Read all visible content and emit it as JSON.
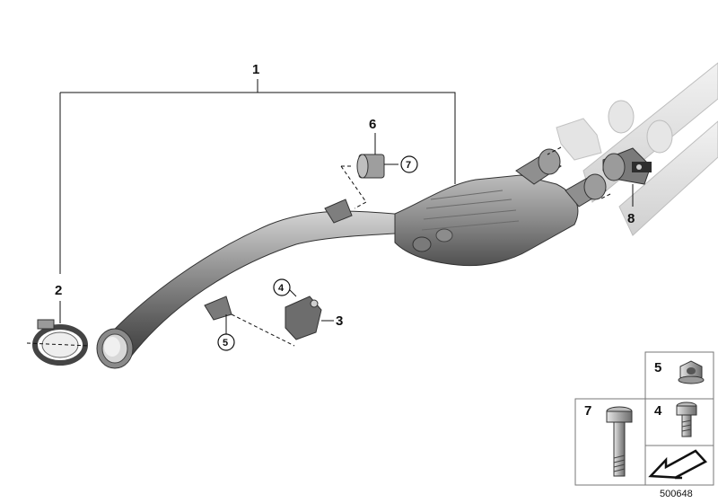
{
  "diagram": {
    "callouts": {
      "c1": "1",
      "c2": "2",
      "c3": "3",
      "c4": "4",
      "c5": "5",
      "c6": "6",
      "c7": "7",
      "c8": "8"
    },
    "legend": {
      "nut": "5",
      "bolt_long": "7",
      "bolt_short": "4"
    },
    "reference_number": "500648"
  }
}
